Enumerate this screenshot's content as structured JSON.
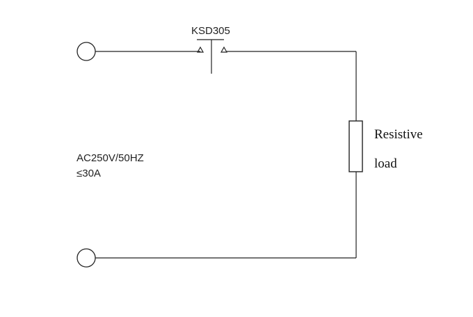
{
  "switch": {
    "model_label": "KSD305"
  },
  "supply": {
    "voltage_label": "AC250V/50HZ",
    "current_label": "≤30A"
  },
  "load": {
    "label_line1": "Resistive",
    "label_line2": "load"
  },
  "colors": {
    "line": "#222222",
    "background": "#ffffff"
  }
}
